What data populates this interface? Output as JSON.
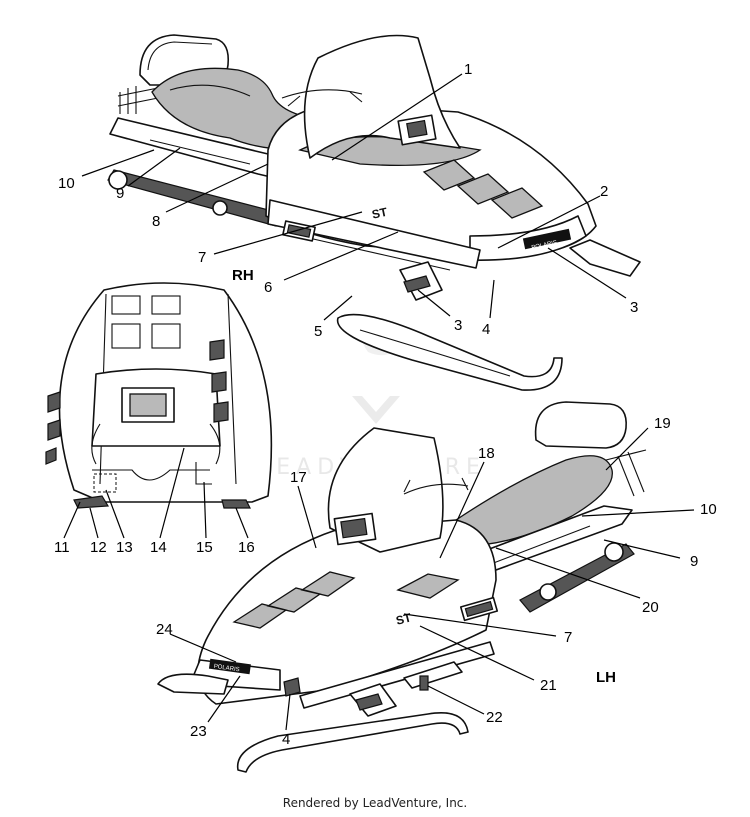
{
  "diagram": {
    "side_labels": {
      "right_hand": "RH",
      "left_hand": "LH"
    },
    "callouts": {
      "c1": "1",
      "c2": "2",
      "c3a": "3",
      "c3b": "3",
      "c4a": "4",
      "c4b": "4",
      "c5": "5",
      "c6": "6",
      "c7a": "7",
      "c7b": "7",
      "c8": "8",
      "c9a": "9",
      "c9b": "9",
      "c10a": "10",
      "c10b": "10",
      "c11": "11",
      "c12": "12",
      "c13": "13",
      "c14": "14",
      "c15": "15",
      "c16": "16",
      "c17": "17",
      "c18": "18",
      "c19": "19",
      "c20": "20",
      "c21": "21",
      "c22": "22",
      "c23": "23",
      "c24": "24"
    },
    "decal_text": {
      "brand": "POLARIS",
      "model_badge": "ST"
    },
    "watermark": "LEADVENTURE"
  },
  "footer": {
    "credit": "Rendered by LeadVenture, Inc."
  }
}
